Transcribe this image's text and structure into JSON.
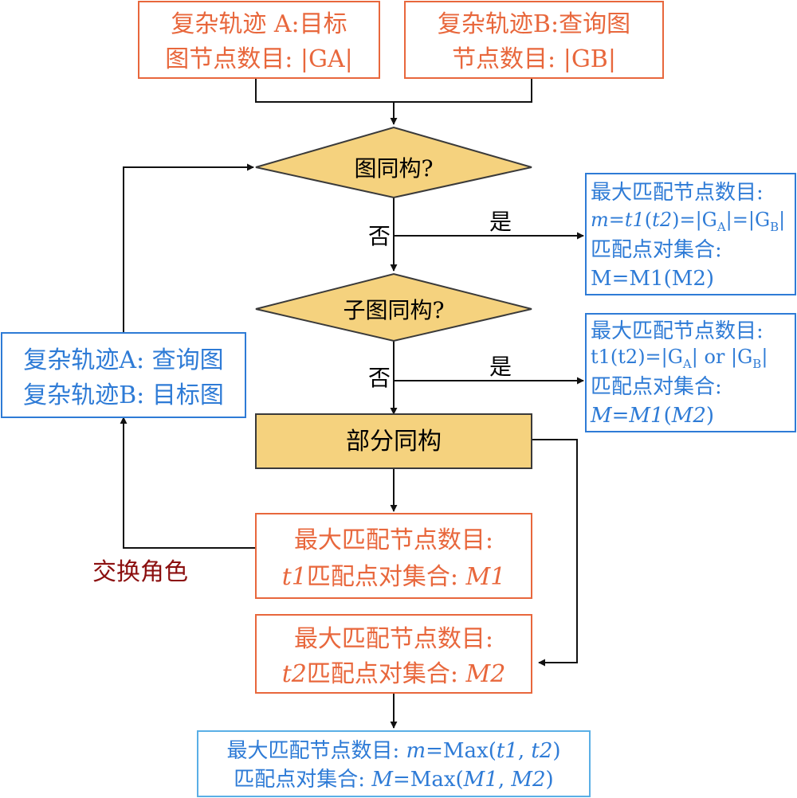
{
  "colors": {
    "orange": "#E8673C",
    "blue": "#2E7BD6",
    "dark_red": "#8B0F0F",
    "gold_fill": "#F5D27E",
    "gold_stroke": "#3A3A3A",
    "line": "#111111"
  },
  "input_a": {
    "line1": "复杂轨迹 A:目标",
    "line2": "图节点数目: |GA|"
  },
  "input_b": {
    "line1": "复杂轨迹B:查询图",
    "line2": "节点数目: |GB|"
  },
  "decision_graph_iso": "图同构?",
  "decision_subgraph_iso": "子图同构?",
  "process_partial_iso": "部分同构",
  "label_no": "否",
  "label_yes": "是",
  "label_swap_roles": "交换角色",
  "swap_box": {
    "line1": "复杂轨迹A: 查询图",
    "line2": "复杂轨迹B: 目标图"
  },
  "result_iso": {
    "line1": "最大匹配节点数目:",
    "line2_m": "m",
    "line2_eq1": "=",
    "line2_t1": "t1",
    "line2_paren_open": "(",
    "line2_t2": "t2",
    "line2_tail": ")=|G",
    "line2_subA": "A",
    "line2_mid": "|=|G",
    "line2_subB": "B",
    "line2_end": "|",
    "line3": "匹配点对集合:",
    "line4": "M=M1(M2)"
  },
  "result_subiso": {
    "line1": "最大匹配节点数目:",
    "line2_head": "t1(t2)=|G",
    "line2_subA": "A",
    "line2_mid": "| or |G",
    "line2_subB": "B",
    "line2_end": "|",
    "line3": "匹配点对集合:",
    "line4_M": "M",
    "line4_eq": "=",
    "line4_M1": "M1",
    "line4_open": "(",
    "line4_M2": "M2",
    "line4_close": ")"
  },
  "result_m1": {
    "line1": "最大匹配节点数目:",
    "line2_t1": "t1",
    "line2_text": "匹配点对集合: ",
    "line2_M1": "M1"
  },
  "result_m2": {
    "line1": "最大匹配节点数目:",
    "line2_t2": "t2",
    "line2_text": "匹配点对集合: ",
    "line2_M2": "M2"
  },
  "final": {
    "line1_text": "最大匹配节点数目: ",
    "line1_m": "m",
    "line1_eq": "=Max(",
    "line1_t1": "t1",
    "line1_comma": ", ",
    "line1_t2": "t2",
    "line1_close": ")",
    "line2_text": "匹配点对集合: ",
    "line2_M": "M",
    "line2_eq": "=Max(",
    "line2_M1": "M1",
    "line2_comma": ", ",
    "line2_M2": "M2",
    "line2_close": ")"
  }
}
